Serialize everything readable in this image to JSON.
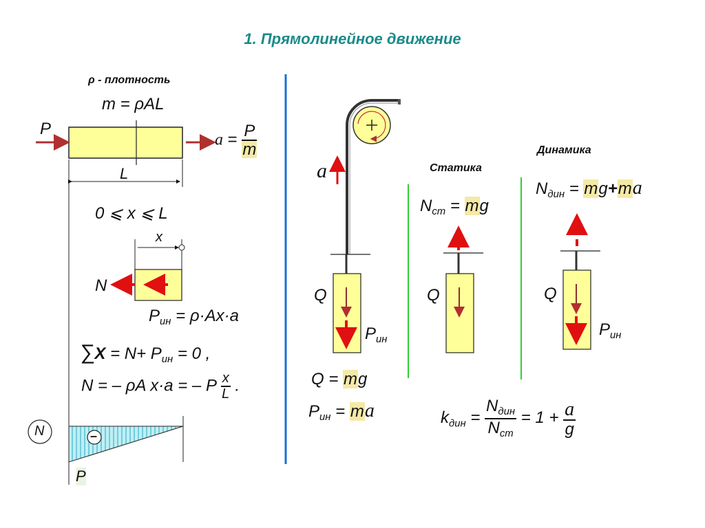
{
  "title": "1. Прямолинейное движение",
  "left": {
    "density_label": "ρ - плотность",
    "mass_lhs": "m = ",
    "mass_rhs": "ρAL",
    "force_P": "P",
    "accel_lhs": "a",
    "accel_num": "P",
    "accel_den": "m",
    "length_L": "L",
    "range": "0 ⩽ x ⩽ L",
    "x_label": "x",
    "N_label": "N",
    "pin_lhs": "P",
    "pin_sub": "ин",
    "pin_rhs": " = ρ·Ax·a",
    "sum_sym": "∑",
    "sum_x": "X",
    "sum_mid": " = N+ P",
    "sum_sub": "ин",
    "sum_rhs": " = 0 ,",
    "n_lhs": "N = – ρA x·a = – P",
    "n_num": "x",
    "n_den": "L",
    "n_end": ".",
    "circle_N": "N",
    "minus": "–",
    "bottom_P": "P"
  },
  "middle": {
    "a_label": "a",
    "Q_label": "Q",
    "P_label": "P",
    "P_sub": "ин",
    "q_eq_lhs": "Q = ",
    "q_eq_m": "m",
    "q_eq_g": "g",
    "p_eq_lhs": "P",
    "p_eq_sub": "ин",
    "p_eq_mid": " = ",
    "p_eq_m": "m",
    "p_eq_a": "a"
  },
  "statics": {
    "heading": "Статика",
    "eq_N": "N",
    "eq_sub": "cт",
    "eq_mid": " = ",
    "eq_m": "m",
    "eq_g": "g",
    "Q_label": "Q"
  },
  "dynamics": {
    "heading": "Динамика",
    "eq_N": "N",
    "eq_sub": "дин",
    "eq_mid": " = ",
    "eq_m1": "m",
    "eq_g": "g",
    "eq_plus": "+",
    "eq_m2": "m",
    "eq_a": "a",
    "Q_label": "Q",
    "P_label": "P",
    "P_sub": "ин"
  },
  "kdyn": {
    "k": "k",
    "k_sub": "дин",
    "eq": " = ",
    "num_N": "N",
    "num_sub": "дин",
    "den_N": "N",
    "den_sub": "cт",
    "rhs": " = 1 + ",
    "r_num": "a",
    "r_den": "g"
  },
  "colors": {
    "title": "#1a8a8a",
    "bar_fill": "#ffff99",
    "arrow_red": "#e01010",
    "arrow_dark": "#b03030",
    "divider_blue": "#1a6fd0",
    "divider_green": "#33cc33",
    "hatch": "#6ad6e6"
  },
  "icons": [
    "pulley-icon",
    "force-arrow-icon",
    "acceleration-arrow-icon"
  ]
}
